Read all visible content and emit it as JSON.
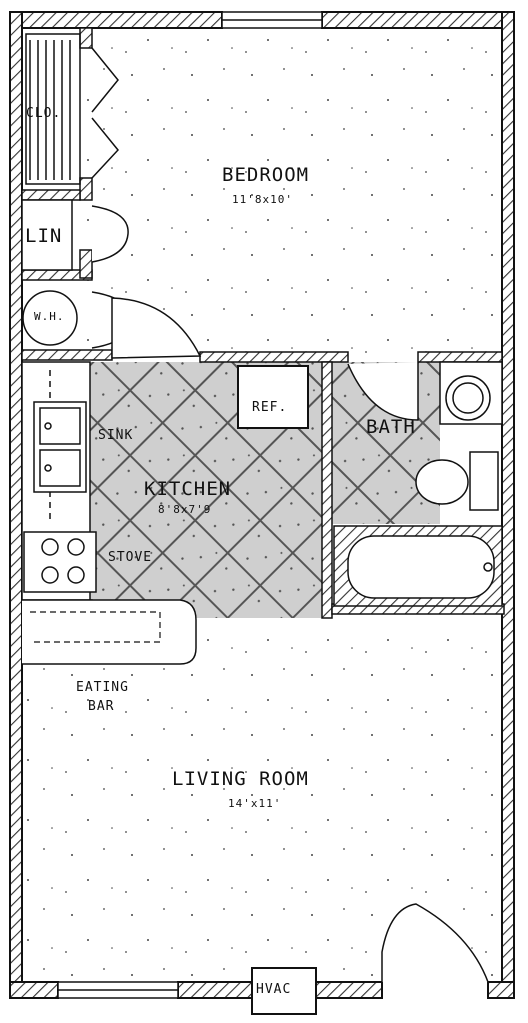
{
  "rooms": {
    "bedroom": {
      "name": "BEDROOM",
      "dim": "11'8x10'"
    },
    "kitchen": {
      "name": "KITCHEN",
      "dim": "8'8x7'9"
    },
    "living": {
      "name": "LIVING ROOM",
      "dim": "14'x11'"
    },
    "bath": {
      "name": "BATH"
    }
  },
  "fixtures": {
    "closet": "CLO.",
    "linen": "LIN",
    "water_heater": "W.H.",
    "refrigerator": "REF.",
    "sink": "SINK",
    "stove": "STOVE",
    "eating_bar_line1": "EATING",
    "eating_bar_line2": "BAR",
    "hvac": "HVAC"
  }
}
